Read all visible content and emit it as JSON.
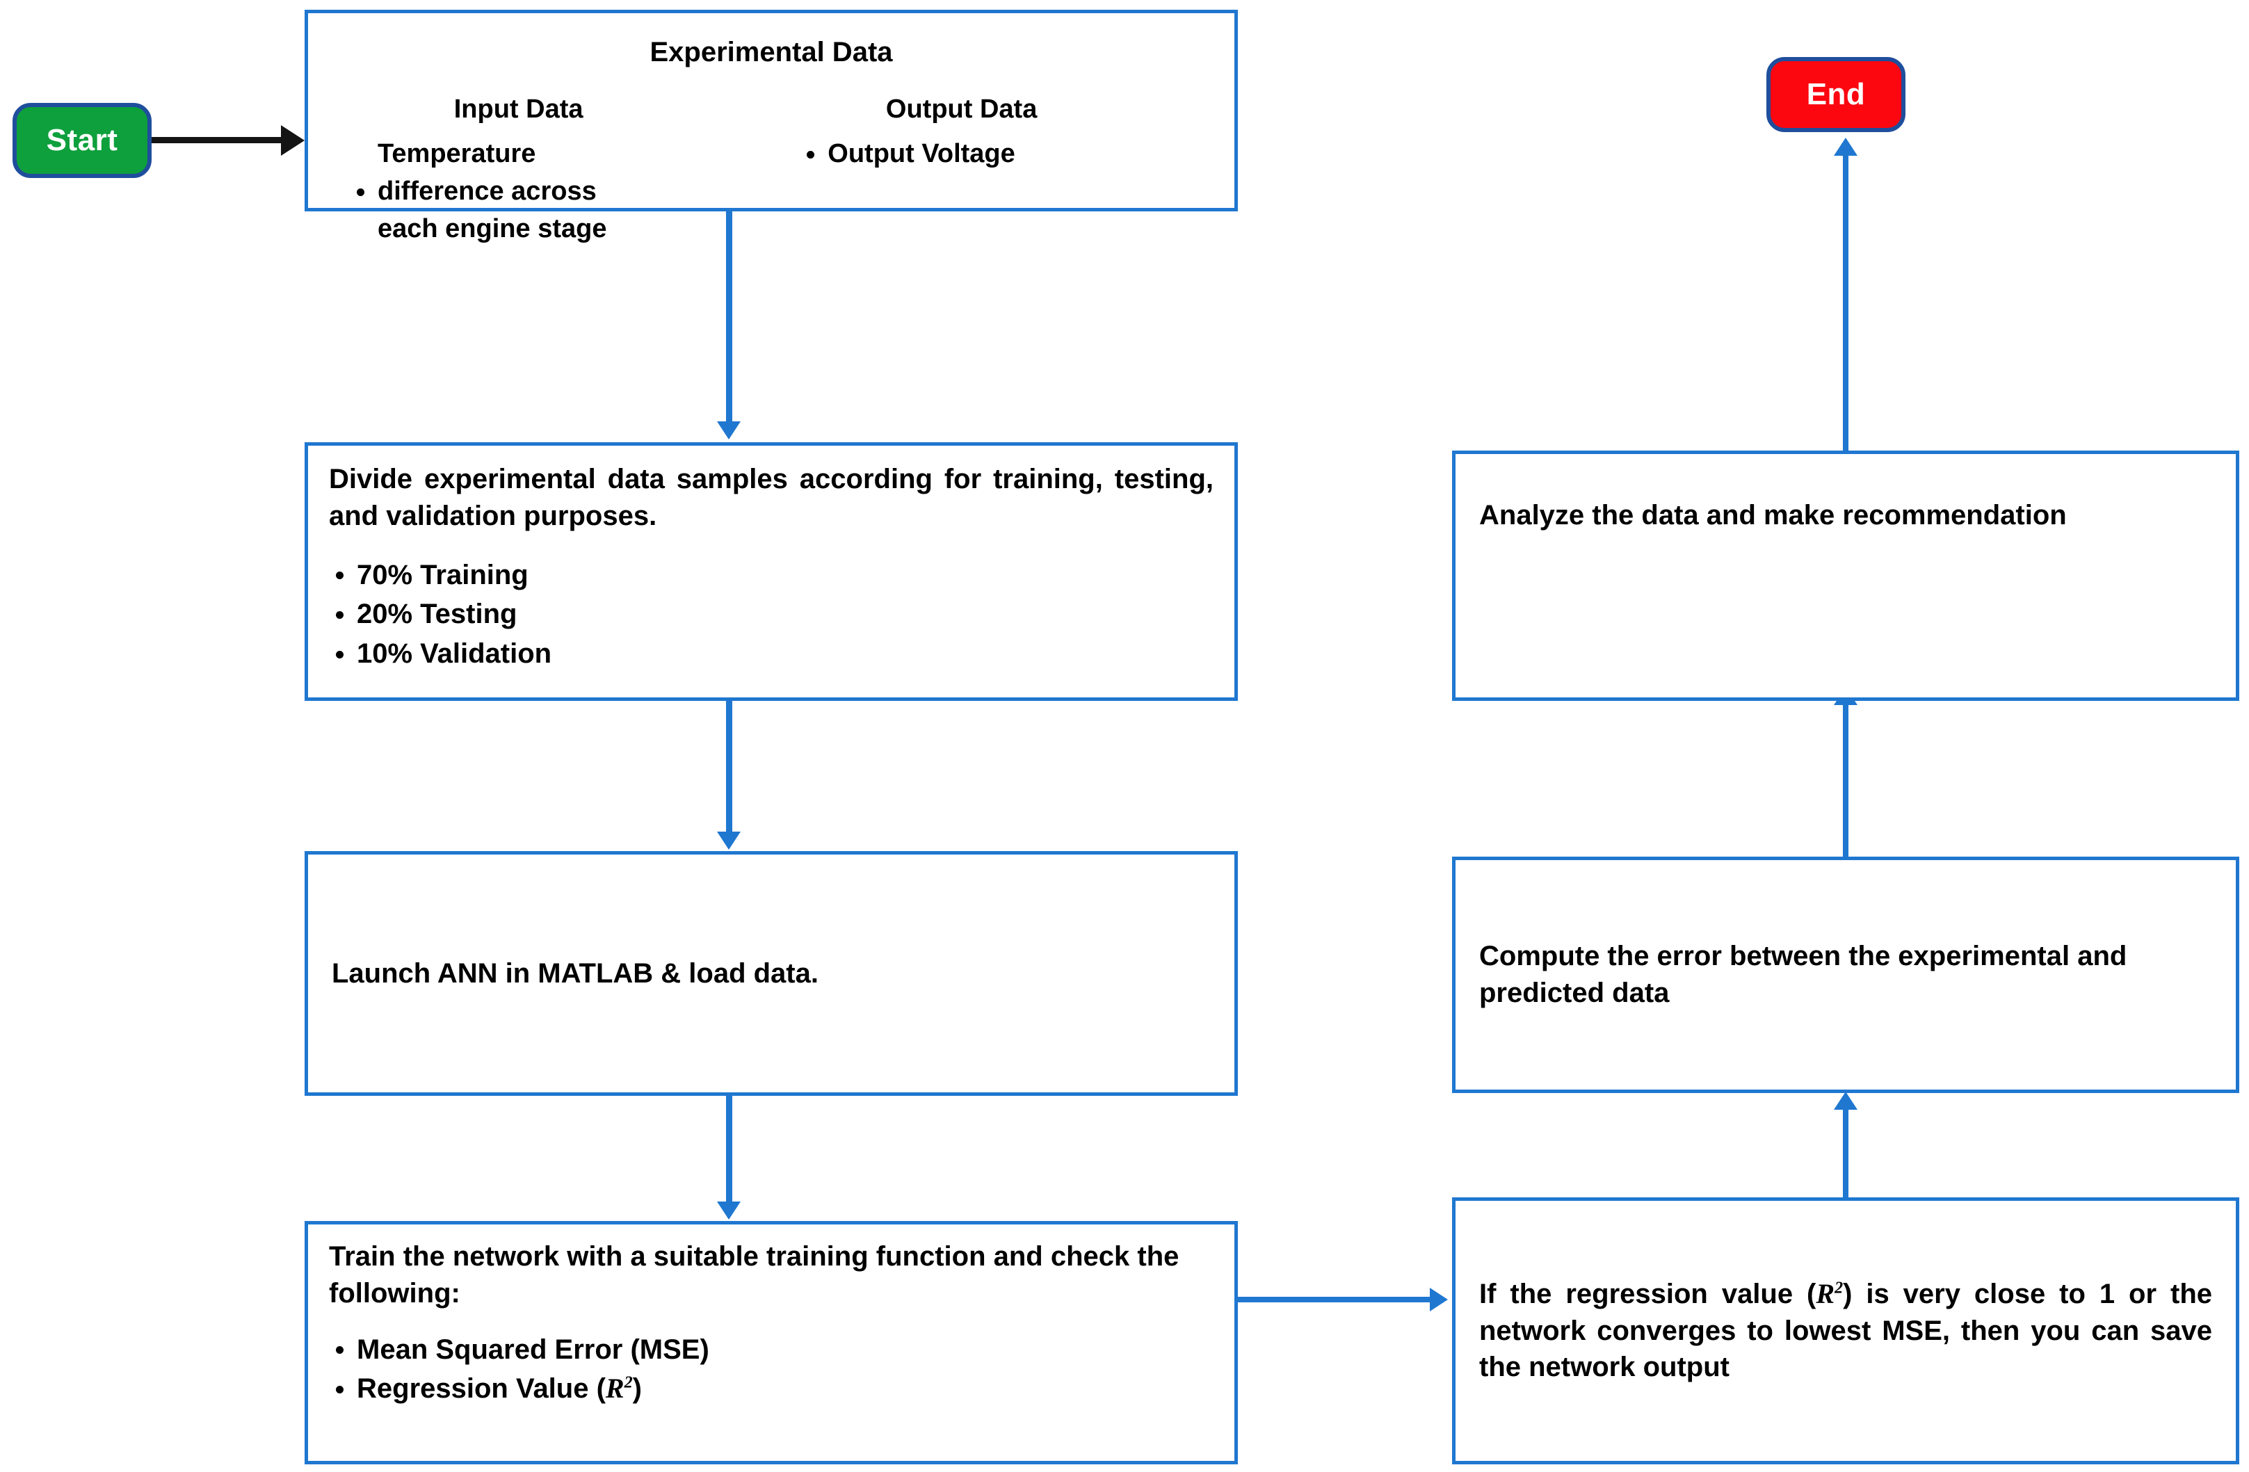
{
  "diagram": {
    "title": "ANN modelling workflow flowchart",
    "colors": {
      "box_border": "#1F77D0",
      "connector": "#1F77D0",
      "start_fill": "#0DA03C",
      "end_fill": "#FC0610",
      "terminator_border": "#1F4E9C",
      "start_arrow": "#141414",
      "text": "#000000"
    },
    "nodes": {
      "start": {
        "label": "Start",
        "shape": "rounded-terminator"
      },
      "end": {
        "label": "End",
        "shape": "rounded-terminator"
      },
      "experimental_data": {
        "heading": "Experimental Data",
        "input_heading": "Input Data",
        "input_bullets": [
          "Temperature difference across each engine stage"
        ],
        "output_heading": "Output Data",
        "output_bullets": [
          "Output Voltage"
        ]
      },
      "divide_data": {
        "text": "Divide experimental data samples according for training, testing, and validation purposes.",
        "bullets": [
          "70% Training",
          "20% Testing",
          "10% Validation"
        ]
      },
      "launch_ann": {
        "text": "Launch ANN in MATLAB & load data."
      },
      "train_network": {
        "text": "Train the network with a suitable training function and check the following:",
        "bullets": [
          "Mean Squared Error (MSE)"
        ],
        "bullet_regression_prefix": "Regression Value (",
        "bullet_regression_var": "R",
        "bullet_regression_sup": "2",
        "bullet_regression_suffix": ")"
      },
      "regression_check": {
        "text_part1": "If the regression value (",
        "text_var": "R",
        "text_sup": "2",
        "text_part2": ") is very close to 1 or the network converges to lowest MSE, then you can save the network output"
      },
      "compute_error": {
        "text": "Compute the error between the experimental and predicted data"
      },
      "analyze": {
        "text": "Analyze the data and make recommendation"
      }
    },
    "edges": [
      {
        "from": "start",
        "to": "experimental_data",
        "direction": "right",
        "color": "#141414"
      },
      {
        "from": "experimental_data",
        "to": "divide_data",
        "direction": "down",
        "color": "#1F77D0"
      },
      {
        "from": "divide_data",
        "to": "launch_ann",
        "direction": "down",
        "color": "#1F77D0"
      },
      {
        "from": "launch_ann",
        "to": "train_network",
        "direction": "down",
        "color": "#1F77D0"
      },
      {
        "from": "train_network",
        "to": "regression_check",
        "direction": "right",
        "color": "#1F77D0"
      },
      {
        "from": "regression_check",
        "to": "compute_error",
        "direction": "up",
        "color": "#1F77D0"
      },
      {
        "from": "compute_error",
        "to": "analyze",
        "direction": "up",
        "color": "#1F77D0"
      },
      {
        "from": "analyze",
        "to": "end",
        "direction": "up",
        "color": "#1F77D0"
      }
    ]
  }
}
